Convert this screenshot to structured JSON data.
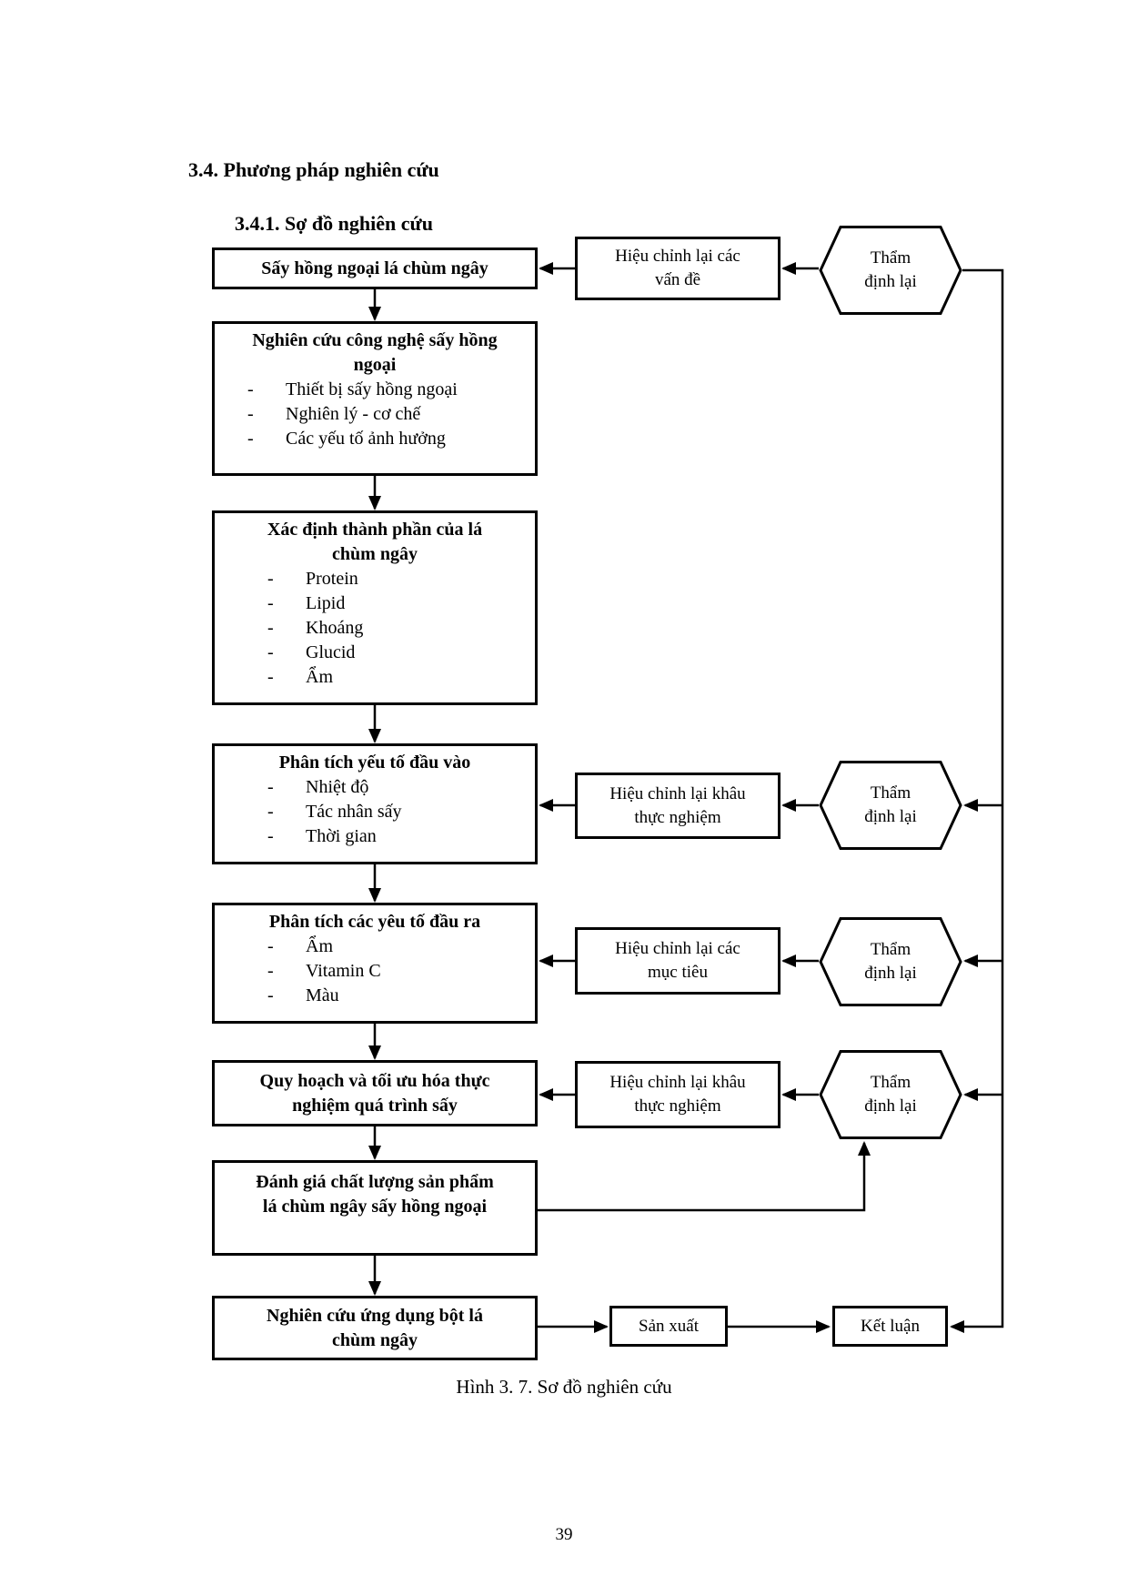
{
  "page": {
    "heading": "3.4. Phương pháp nghiên cứu",
    "subheading": "3.4.1. Sợ đồ nghiên cứu",
    "caption": "Hình 3. 7. Sơ đồ nghiên cứu",
    "page_number": "39"
  },
  "flowchart": {
    "main_boxes": [
      {
        "lines": [
          "Sấy hồng ngoại lá chùm ngây"
        ],
        "items": []
      },
      {
        "lines": [
          "Nghiên cứu công nghệ sấy hồng",
          "ngoại"
        ],
        "items": [
          "Thiết bị sấy hồng ngoại",
          "Nghiên lý - cơ chế",
          "Các yếu tố ảnh hưởng"
        ]
      },
      {
        "lines": [
          "Xác định thành phần của lá",
          "chùm ngây"
        ],
        "items": [
          "Protein",
          "Lipid",
          "Khoáng",
          "Glucid",
          "Ẩm"
        ]
      },
      {
        "lines": [
          "Phân tích yếu tố đầu vào"
        ],
        "items": [
          "Nhiệt độ",
          "Tác nhân sấy",
          "Thời gian"
        ]
      },
      {
        "lines": [
          "Phân tích các yêu tố đầu ra"
        ],
        "items": [
          "Ẩm",
          "Vitamin C",
          "Màu"
        ]
      },
      {
        "lines": [
          "Quy hoạch và tối ưu hóa thực",
          "nghiệm quá trình sấy"
        ],
        "items": []
      },
      {
        "lines": [
          "Đánh giá chất lượng sản phẩm",
          "lá chùm ngây sấy hồng ngoại"
        ],
        "items": []
      },
      {
        "lines": [
          "Nghiên cứu ứng dụng bột lá",
          "chùm ngây"
        ],
        "items": []
      }
    ],
    "feedback_boxes": [
      {
        "lines": [
          "Hiệu chỉnh lại các",
          "vấn đề"
        ]
      },
      {
        "lines": [
          "Hiệu chỉnh lại khâu",
          "thực nghiệm"
        ]
      },
      {
        "lines": [
          "Hiệu chỉnh lại các",
          "mục tiêu"
        ]
      },
      {
        "lines": [
          "Hiệu chỉnh lại khâu",
          "thực nghiệm"
        ]
      }
    ],
    "review_hexagons": [
      {
        "lines": [
          "Thẩm",
          "định lại"
        ]
      },
      {
        "lines": [
          "Thẩm",
          "định lại"
        ]
      },
      {
        "lines": [
          "Thẩm",
          "định lại"
        ]
      },
      {
        "lines": [
          "Thẩm",
          "định lại"
        ]
      }
    ],
    "end_boxes": {
      "production": "Sản xuất",
      "conclusion": "Kết luận"
    }
  },
  "colors": {
    "line": "#000000",
    "background": "#ffffff",
    "text": "#000000"
  }
}
